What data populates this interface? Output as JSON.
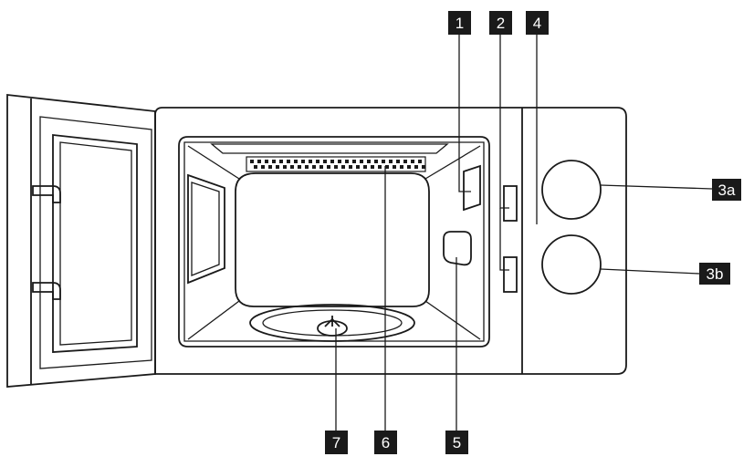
{
  "callouts": {
    "c1": "1",
    "c2": "2",
    "c4": "4",
    "c3a": "3a",
    "c3b": "3b",
    "c5": "5",
    "c6": "6",
    "c7": "7"
  },
  "colors": {
    "line": "#1a1a1a",
    "callout_bg": "#1a1a1a",
    "callout_text": "#ffffff",
    "background": "#ffffff"
  }
}
